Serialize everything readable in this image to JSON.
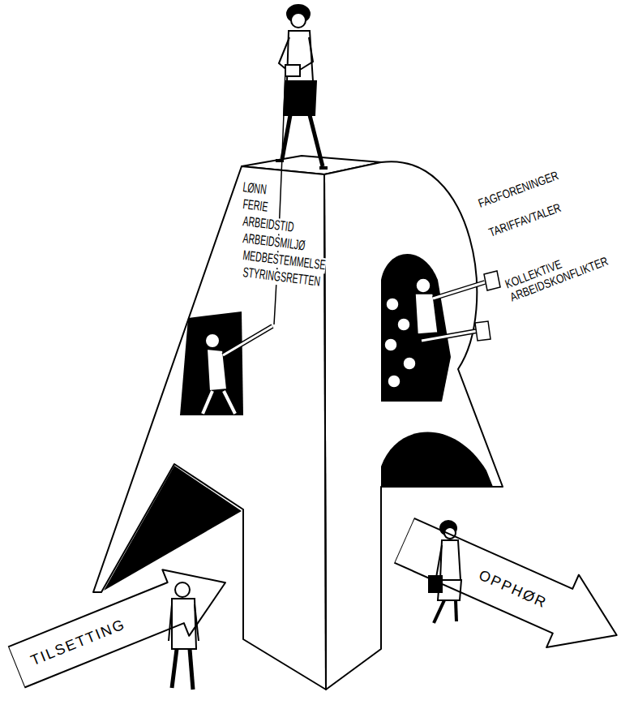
{
  "diagram": {
    "nodes": [
      {
        "text": [
          "TILSETTING"
        ]
      },
      {
        "text": [
          "OPPHØR"
        ]
      }
    ],
    "labels": [
      "LØNN",
      "FERIE",
      "ARBEIDSTID",
      "ARBEIDSMILJØ",
      "MEDBESTEMMELSE",
      "STYRINGSRETTEN",
      "FAGFORENINGER",
      "TARIFFAVTALER",
      "KOLLEKTIVE ARBEIDSKONFLIKTER"
    ]
  }
}
